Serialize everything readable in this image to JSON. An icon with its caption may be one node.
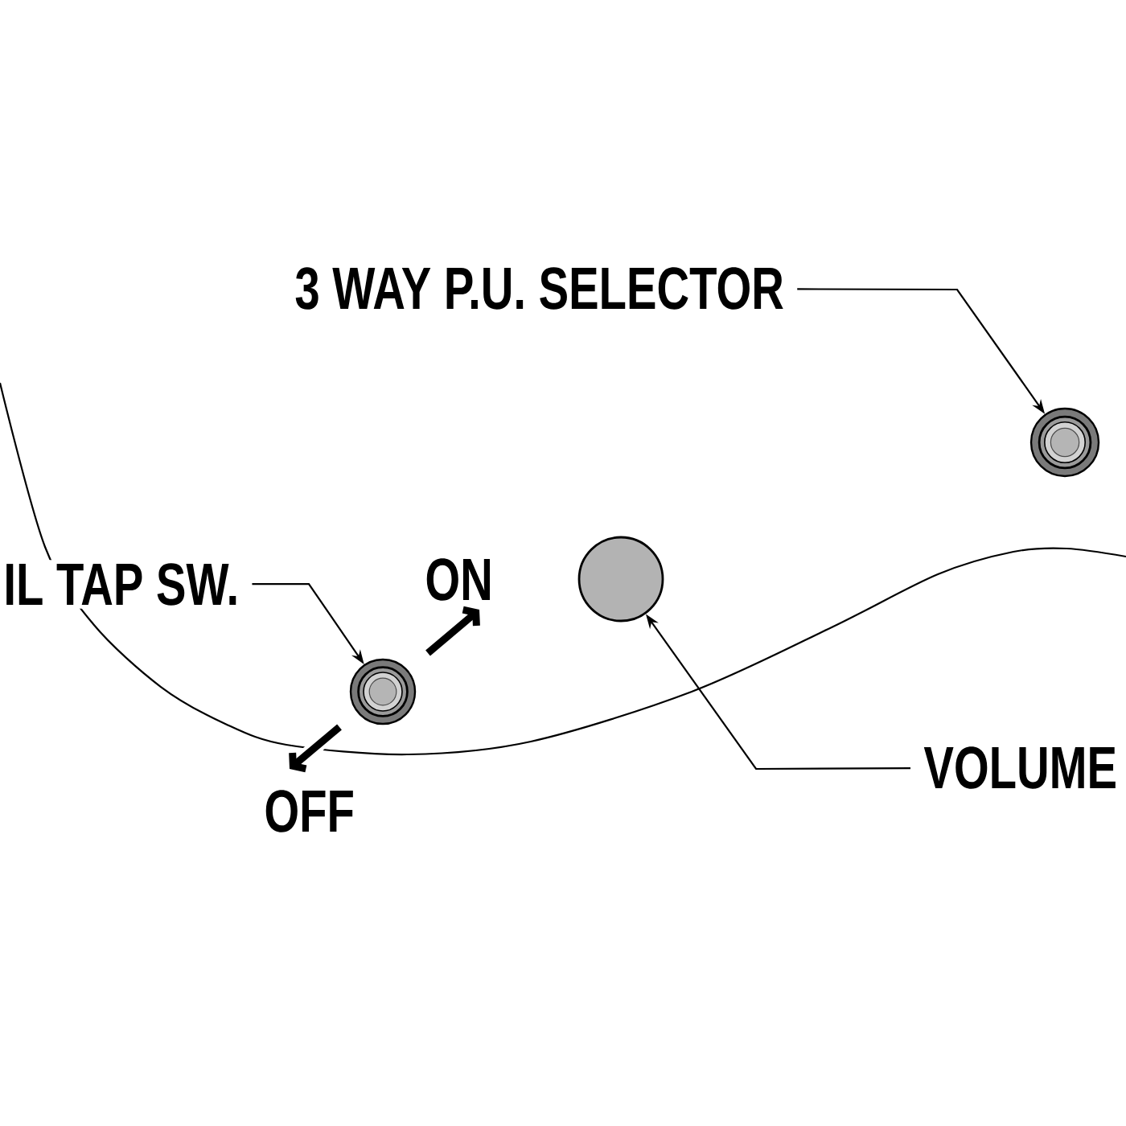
{
  "diagram": {
    "nodes": [
      {
        "text": [
          "3 WAY P.U. SELECTOR"
        ]
      },
      {
        "text": [],
        "shape": "circle"
      },
      {
        "text": [
          "IL TAP SW."
        ]
      },
      {
        "text": [],
        "shape": "circle"
      },
      {
        "text": [],
        "shape": "circle"
      },
      {
        "text": [
          "VOLUME"
        ]
      }
    ],
    "edges": [
      {
        "from": 0,
        "to": 1,
        "arrow": "to"
      },
      {
        "from": 2,
        "to": 3,
        "arrow": "to"
      },
      {
        "from": 5,
        "to": 4,
        "arrow": "to"
      }
    ],
    "labels": [
      "ON",
      "OFF"
    ]
  }
}
